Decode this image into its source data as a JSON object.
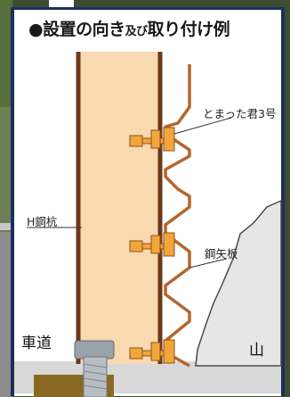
{
  "title": {
    "main": "●設置の向き",
    "small": "及び",
    "tail": "取り付け例"
  },
  "labels": {
    "product": "とまった君3号",
    "h_pile": "H鋼杭",
    "sheet_pile": "鋼矢板",
    "road": "車道",
    "mountain": "山"
  },
  "colors": {
    "panel_border": "#1c2f5c",
    "pile_fill": "#f8d9b0",
    "pile_edge": "#6b3a1c",
    "sheet_pile": "#b5652b",
    "bracket": "#f2a63a",
    "rock": "#e3e3e3",
    "ground": "#d6d6d6"
  }
}
